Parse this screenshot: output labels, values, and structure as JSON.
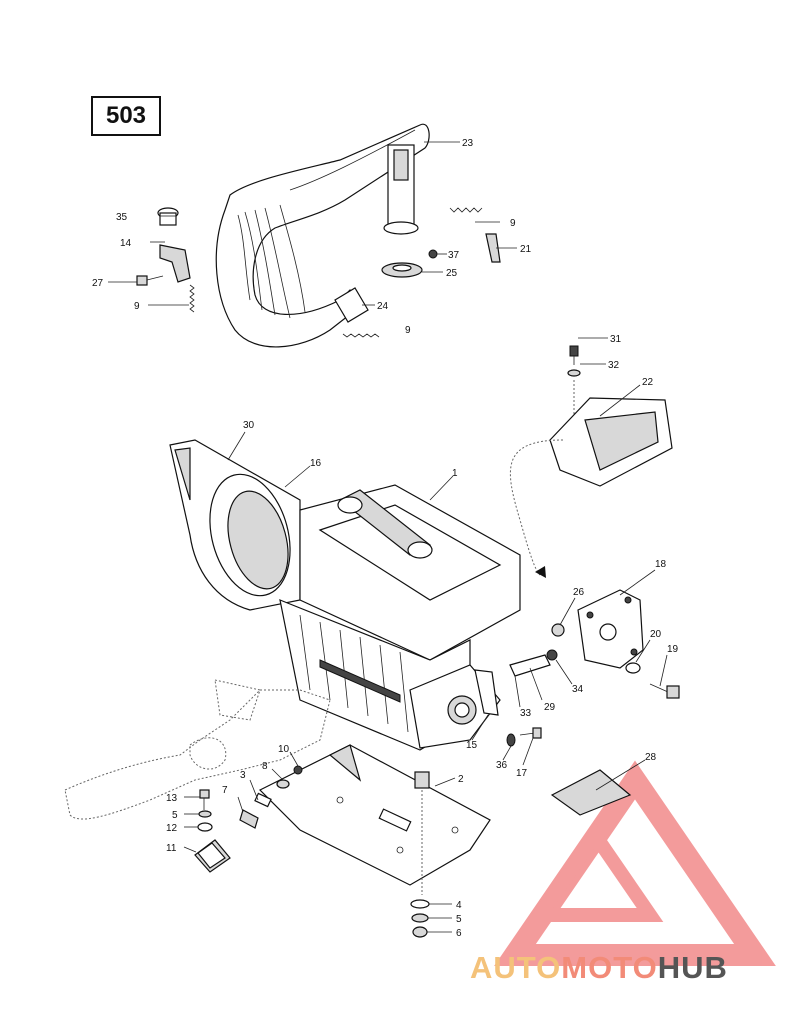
{
  "diagram": {
    "page_number": "503",
    "callouts": [
      "23",
      "9",
      "35",
      "14",
      "37",
      "21",
      "27",
      "25",
      "24",
      "9",
      "9",
      "31",
      "32",
      "22",
      "30",
      "16",
      "1",
      "18",
      "26",
      "20",
      "19",
      "34",
      "29",
      "33",
      "15",
      "36",
      "17",
      "28",
      "10",
      "2",
      "8",
      "3",
      "13",
      "7",
      "5",
      "12",
      "11",
      "4",
      "5",
      "6"
    ]
  },
  "watermark": {
    "part1": "AUTO",
    "part2": "MOTO",
    "part3": "HUB",
    "colors": {
      "part1": "#f4c27a",
      "part2": "#f28b78",
      "part3": "#555555",
      "triangle": "#f07a7a"
    }
  }
}
